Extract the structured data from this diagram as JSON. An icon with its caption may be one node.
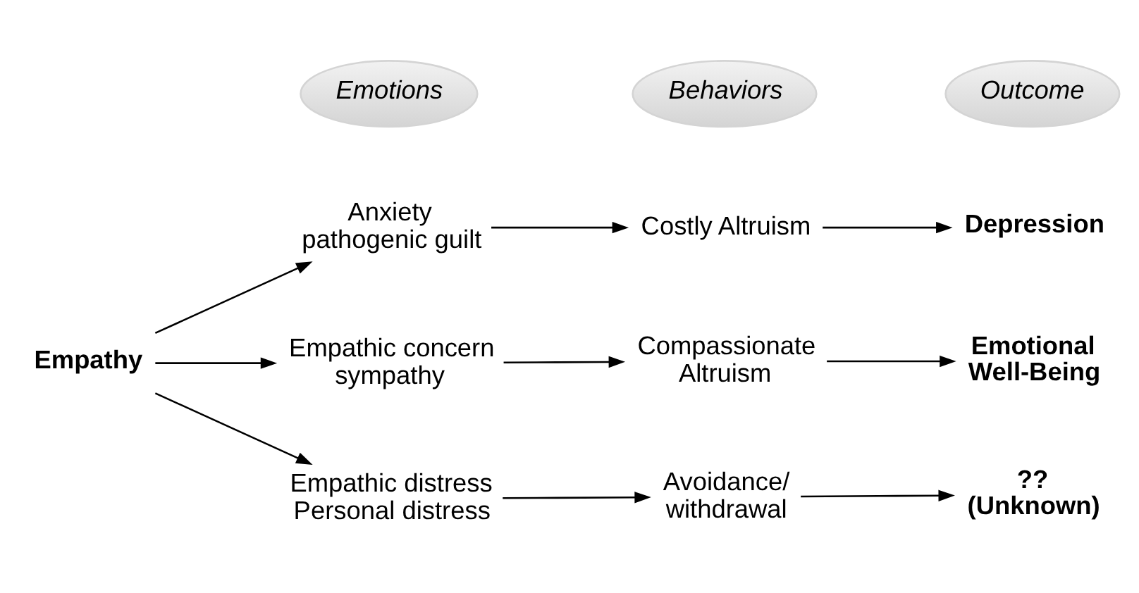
{
  "diagram": {
    "nodes": [
      {
        "text": [
          "Emotions"
        ]
      },
      {
        "text": [
          "Behaviors"
        ]
      },
      {
        "text": [
          "Outcome"
        ]
      },
      {
        "text": [
          "Empathy"
        ]
      },
      {
        "text": [
          "Anxiety pathogenic guilt"
        ]
      },
      {
        "text": [
          "Costly Altruism"
        ]
      },
      {
        "text": [
          "Depression"
        ]
      },
      {
        "text": [
          "Empathic concern sympathy"
        ]
      },
      {
        "text": [
          "Compassionate Altruism"
        ]
      },
      {
        "text": [
          "Emotional Well-Being"
        ]
      },
      {
        "text": [
          "Empathic distress Personal distress"
        ]
      },
      {
        "text": [
          "Avoidance/ withdrawal"
        ]
      },
      {
        "text": [
          "?? (Unknown)"
        ]
      }
    ],
    "edges": [
      {
        "from": 3,
        "to": 4,
        "arrow": "to"
      },
      {
        "from": 3,
        "to": 7,
        "arrow": "to"
      },
      {
        "from": 3,
        "to": 10,
        "arrow": "to"
      },
      {
        "from": 4,
        "to": 5,
        "arrow": "to"
      },
      {
        "from": 5,
        "to": 6,
        "arrow": "to"
      },
      {
        "from": 7,
        "to": 8,
        "arrow": "to"
      },
      {
        "from": 8,
        "to": 9,
        "arrow": "to"
      },
      {
        "from": 10,
        "to": 11,
        "arrow": "to"
      },
      {
        "from": 11,
        "to": 12,
        "arrow": "to"
      }
    ]
  }
}
